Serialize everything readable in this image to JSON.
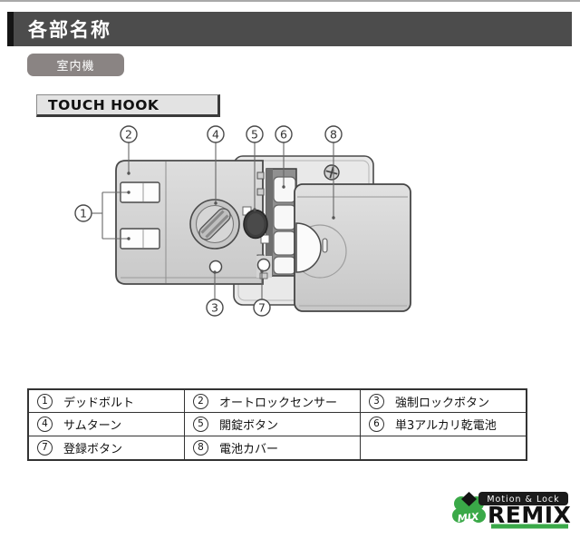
{
  "header": {
    "title": "各部名称"
  },
  "unit_badge": {
    "label": "室内機"
  },
  "product": {
    "label": "TOUCH HOOK"
  },
  "diagram": {
    "callouts": [
      {
        "number": "1"
      },
      {
        "number": "2"
      },
      {
        "number": "3"
      },
      {
        "number": "4"
      },
      {
        "number": "5"
      },
      {
        "number": "6"
      },
      {
        "number": "7"
      },
      {
        "number": "8"
      }
    ]
  },
  "table": {
    "rows": [
      {
        "cells": [
          {
            "num": "1",
            "label": "デッドボルト"
          },
          {
            "num": "2",
            "label": "オートロックセンサー"
          },
          {
            "num": "3",
            "label": "強制ロックボタン"
          }
        ]
      },
      {
        "cells": [
          {
            "num": "4",
            "label": "サムターン"
          },
          {
            "num": "5",
            "label": "開錠ボタン"
          },
          {
            "num": "6",
            "label": "単3アルカリ乾電池"
          }
        ]
      },
      {
        "cells": [
          {
            "num": "7",
            "label": "登録ボタン"
          },
          {
            "num": "8",
            "label": "電池カバー"
          },
          {
            "num": "",
            "label": ""
          }
        ]
      }
    ]
  },
  "logo": {
    "tagline": "Motion & Lock",
    "brand": "REMIX",
    "icon_text": "MIX"
  },
  "colors": {
    "header_bar": "#4c4c4c",
    "header_accent": "#151515",
    "badge_bg": "#8a8483",
    "logo_green": "#3aa948",
    "logo_dark": "#1b1b1b"
  }
}
